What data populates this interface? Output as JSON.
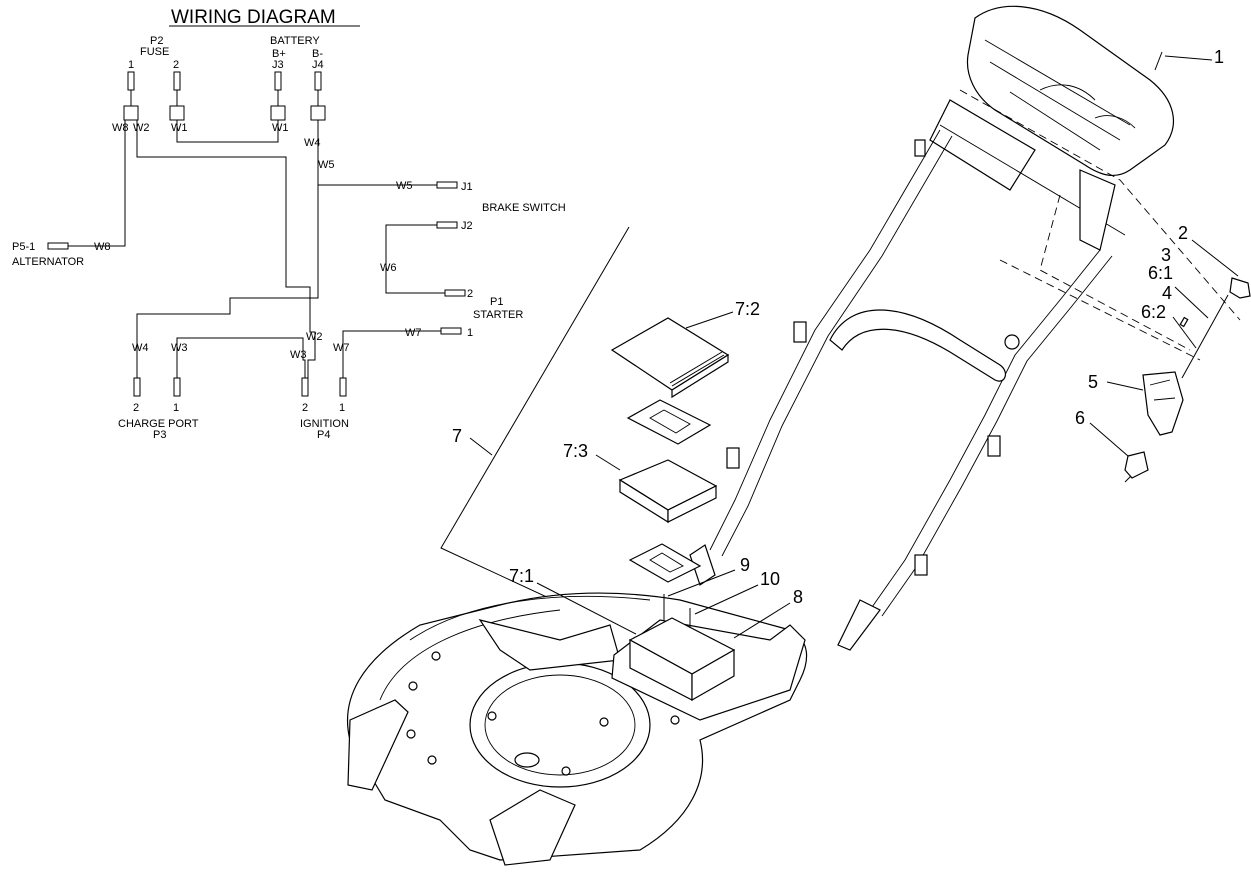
{
  "wiring": {
    "title": "WIRING DIAGRAM",
    "p2": "P2",
    "fuse": "FUSE",
    "battery": "BATTERY",
    "b_plus": "B+",
    "b_minus": "B-",
    "j3": "J3",
    "j4": "J4",
    "pin1": "1",
    "pin2": "2",
    "w1": "W1",
    "w2": "W2",
    "w3": "W3",
    "w4": "W4",
    "w5": "W5",
    "w6": "W6",
    "w7": "W7",
    "w8": "W8",
    "j1": "J1",
    "j2": "J2",
    "brake_switch": "BRAKE SWITCH",
    "p1": "P1",
    "starter": "STARTER",
    "p5_1": "P5-1",
    "alternator": "ALTERNATOR",
    "charge_port": "CHARGE PORT",
    "p3": "P3",
    "ignition": "IGNITION",
    "p4": "P4"
  },
  "callouts": {
    "c1": "1",
    "c2": "2",
    "c3": "3",
    "c4": "4",
    "c5": "5",
    "c6": "6",
    "c6_1": "6:1",
    "c6_2": "6:2",
    "c7": "7",
    "c7_1": "7:1",
    "c7_2": "7:2",
    "c7_3": "7:3",
    "c8": "8",
    "c9": "9",
    "c10": "10"
  }
}
